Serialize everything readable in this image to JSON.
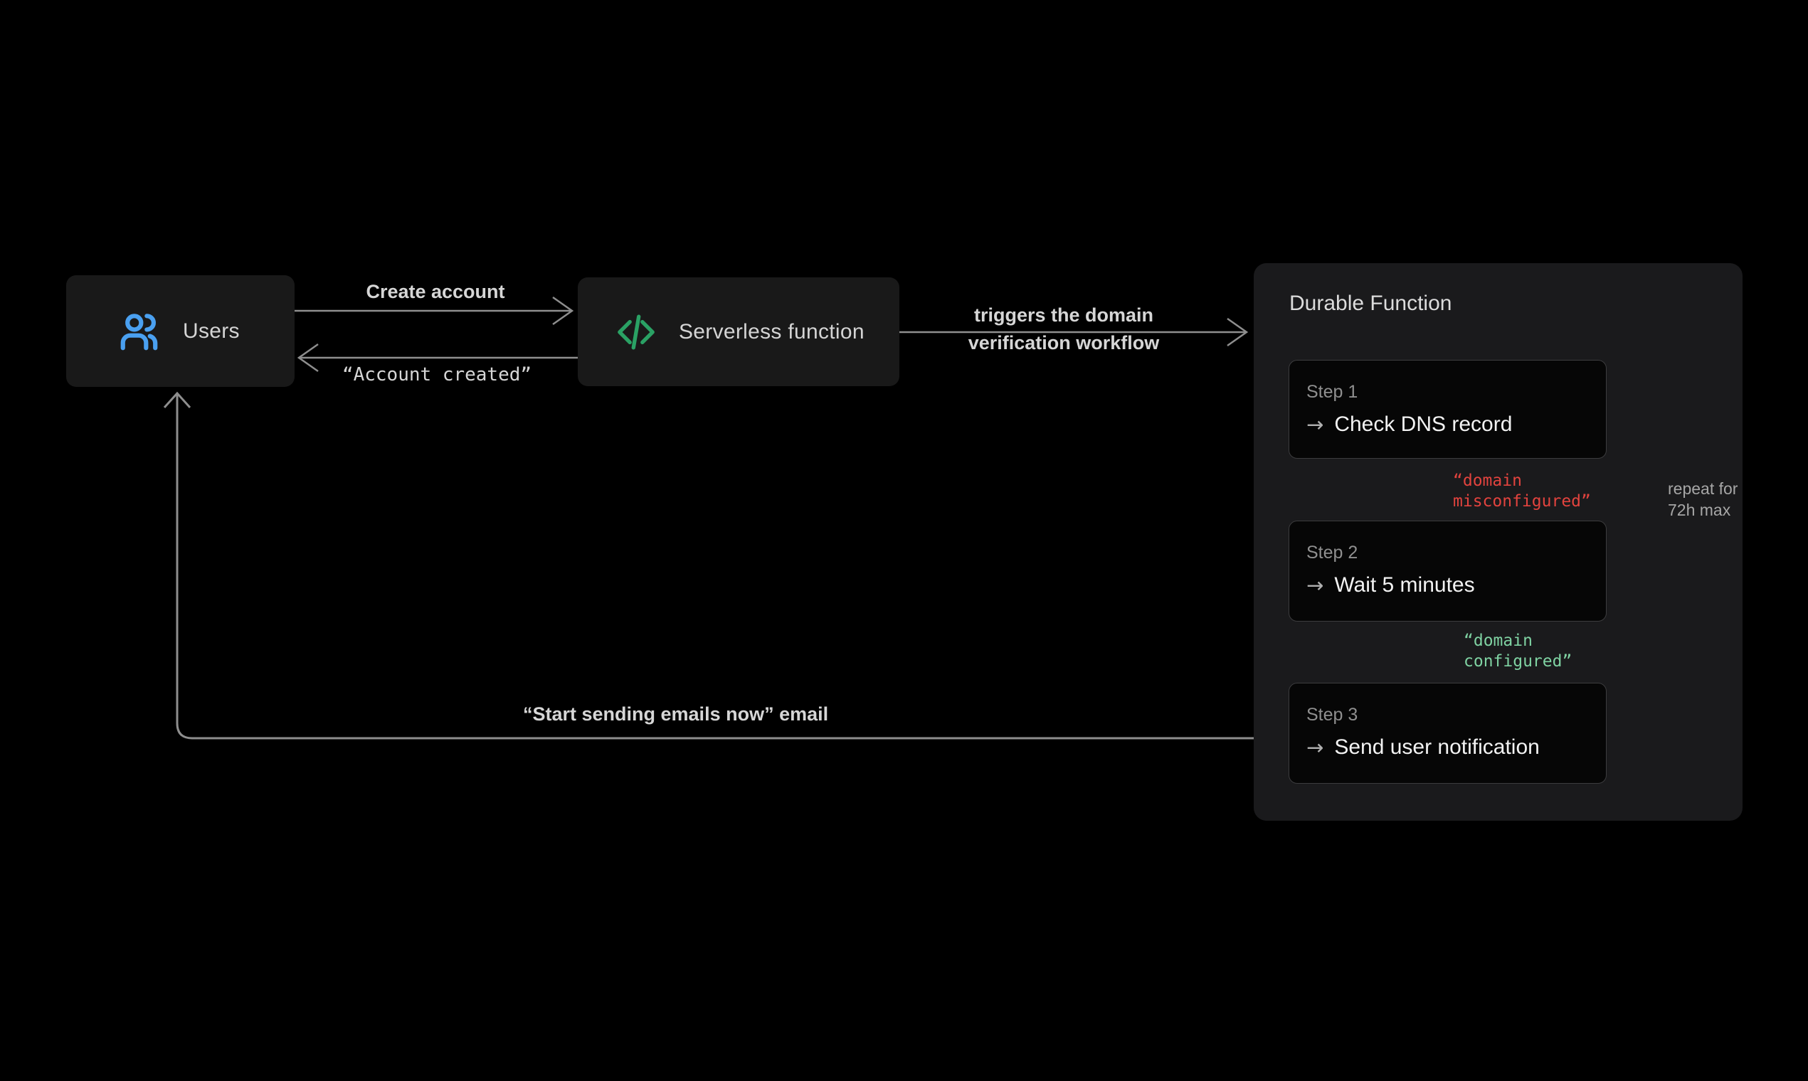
{
  "colors": {
    "background": "#000000",
    "node_bg": "#191919",
    "panel_bg": "#1a1a1c",
    "step_bg": "#060606",
    "step_border": "#3c3c3e",
    "wire": "#8e8e8e",
    "text_primary": "#f2f2f2",
    "text_secondary": "#8f8f8f",
    "blue_icon": "#4aa0f0",
    "green_icon": "#2aa164",
    "red_code": "#e2433e",
    "green_code": "#7fd2a2"
  },
  "nodes": {
    "users": {
      "label": "Users",
      "icon": "users-icon"
    },
    "serverless": {
      "label": "Serverless function",
      "icon": "code-icon"
    }
  },
  "durable_panel": {
    "title": "Durable Function",
    "step_arrow_glyph": "→",
    "steps": [
      {
        "label": "Step 1",
        "action": "Check DNS record"
      },
      {
        "label": "Step 2",
        "action": "Wait 5 minutes"
      },
      {
        "label": "Step 3",
        "action": "Send user notification"
      }
    ]
  },
  "edges": {
    "create_account": {
      "label": "Create account"
    },
    "account_created": {
      "label": "“Account created”"
    },
    "triggers": {
      "label_line1": "triggers the domain",
      "label_line2": "verification workflow"
    },
    "domain_misconfigured": {
      "label_line1": "“domain",
      "label_line2": "misconfigured”"
    },
    "repeat": {
      "label_line1": "repeat for",
      "label_line2": "72h max"
    },
    "domain_configured": {
      "label_line1": "“domain",
      "label_line2": "configured”"
    },
    "start_sending": {
      "label": "“Start sending emails now” email"
    }
  }
}
